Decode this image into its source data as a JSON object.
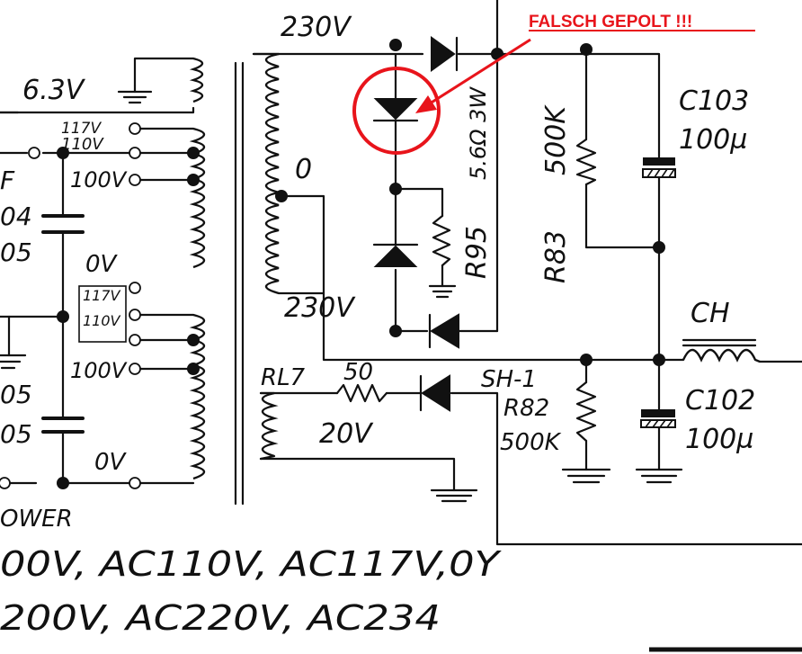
{
  "annotation": {
    "text": "FALSCH GEPOLT !!!",
    "color": "#e8141b"
  },
  "labels": {
    "v230_top": "230V",
    "v63": "6.3V",
    "tap117": "117V",
    "tap110": "110V",
    "tap100a": "100V",
    "f": "F",
    "c04": "04",
    "c05a": "05",
    "zero_left": "0V",
    "tap117b": "117V",
    "tap110b": "110V",
    "tap100b": "100V",
    "c05b": "05",
    "c05c": "05",
    "zero_bottom": "0V",
    "power": "OWER",
    "zero_sec": "0",
    "v230_sec": "230V",
    "r95": "R95",
    "r95_val": "5.6Ω 3W",
    "r83": "R83",
    "r83_val": "500K",
    "c103": "C103",
    "c103_val": "100µ",
    "ch": "CH",
    "rl7": "RL7",
    "rl7_val": "50",
    "v20": "20V",
    "sh1": "SH-1",
    "r82": "R82",
    "r82_val": "500K",
    "c102": "C102",
    "c102_val": "100µ",
    "ac_line1": "00V, AC110V, AC117V,0Y",
    "ac_line2": "200V, AC220V, AC234"
  }
}
